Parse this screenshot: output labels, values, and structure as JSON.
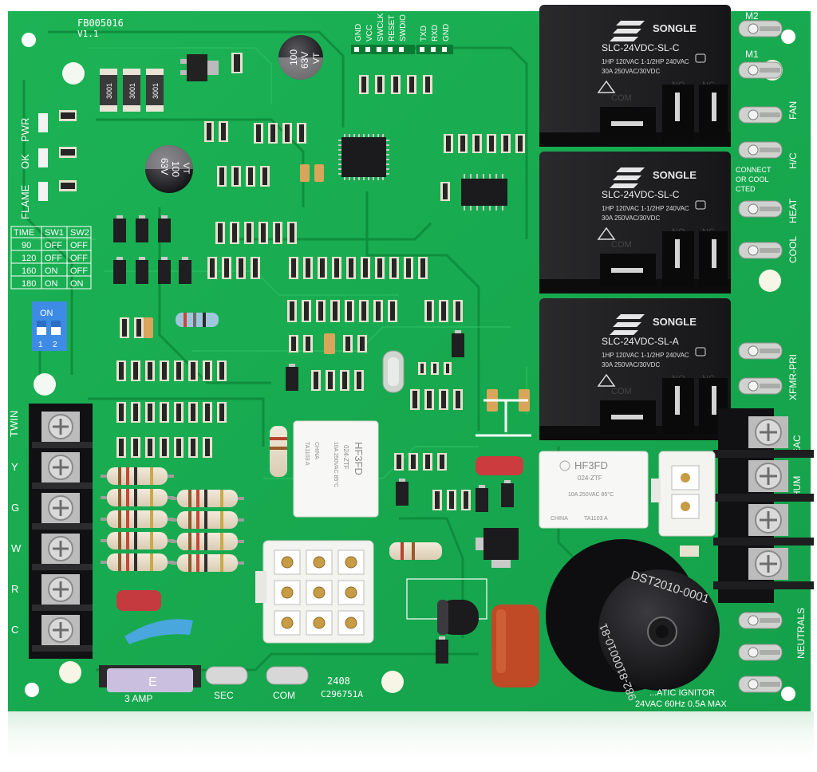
{
  "board": {
    "part_number": "FB005016",
    "version": "V1.1",
    "date_code": "2408",
    "serial": "C296751A",
    "colors": {
      "pcb": "#17a84d",
      "trace": "#0f8c3c",
      "silk": "#ffffff",
      "relay": "#1d1d1f"
    }
  },
  "header_pins": [
    "GND",
    "VCC",
    "SWCLK",
    "RESET",
    "SWDIO"
  ],
  "uart_pins": [
    "TXD",
    "RXD",
    "GND"
  ],
  "leds": [
    "PWR",
    "OK",
    "FLAME"
  ],
  "dip_table": {
    "headers": [
      "TIME",
      "SW1",
      "SW2"
    ],
    "rows": [
      [
        "90",
        "OFF",
        "OFF"
      ],
      [
        "120",
        "OFF",
        "OFF"
      ],
      [
        "160",
        "ON",
        "OFF"
      ],
      [
        "180",
        "ON",
        "ON"
      ]
    ]
  },
  "dip_switch": {
    "label": "ON",
    "positions": [
      "1",
      "2"
    ]
  },
  "capacitors": [
    {
      "line1": "100",
      "line2": "63V",
      "line3": "VT"
    },
    {
      "line1": "100",
      "line2": "63V",
      "line3": "VT"
    }
  ],
  "resistor_codes": [
    "3001",
    "3001",
    "3001"
  ],
  "relays": [
    {
      "brand": "SONGLE",
      "model": "SLC-24VDC-SL-C",
      "rating1": "1HP 120VAC 1-1/2HP 240VAC",
      "rating2": "30A 250VAC/30VDC",
      "contacts": [
        "COM",
        "NO",
        "NC"
      ]
    },
    {
      "brand": "SONGLE",
      "model": "SLC-24VDC-SL-C",
      "rating1": "1HP 120VAC 1-1/2HP 240VAC",
      "rating2": "30A 250VAC/30VDC",
      "contacts": [
        "COM",
        "NO",
        "NC"
      ]
    },
    {
      "brand": "SONGLE",
      "model": "SLC-24VDC-SL-A",
      "rating1": "1HP 120VAC 1-1/2HP 240VAC",
      "rating2": "30A 250VAC/30VDC",
      "contacts": [
        "COM",
        "NO",
        "NC"
      ]
    }
  ],
  "small_relays": [
    {
      "model": "HF3FD",
      "code": "024-ZTF",
      "rating": "10A 250VAC 85°C",
      "origin": "CHINA",
      "cert": "TA1103 A"
    },
    {
      "model": "HF3FD",
      "code": "024-ZTF",
      "rating": "10A 250VAC 85°C",
      "origin": "CHINA",
      "cert": "TA1103 A"
    }
  ],
  "right_labels": [
    "M2",
    "M1",
    "FAN",
    "H/C",
    "HEAT",
    "COOL",
    "XFMR-PRI",
    "EAC",
    "HUM",
    "NEUTRALS"
  ],
  "hc_note": [
    "CONNECT",
    "OR COOL",
    "CTED"
  ],
  "left_terminals": [
    "TWIN",
    "Y",
    "G",
    "W",
    "R",
    "C"
  ],
  "bottom_labels": {
    "fuse_letter": "E",
    "fuse": "3 AMP",
    "sec": "SEC",
    "com": "COM"
  },
  "ignitor": {
    "label": "...ATIC IGNITOR",
    "rating": "24VAC 60Hz 0.5A MAX",
    "cap_text1": "DST2010-0001",
    "cap_text2": "982-8100010-81"
  }
}
